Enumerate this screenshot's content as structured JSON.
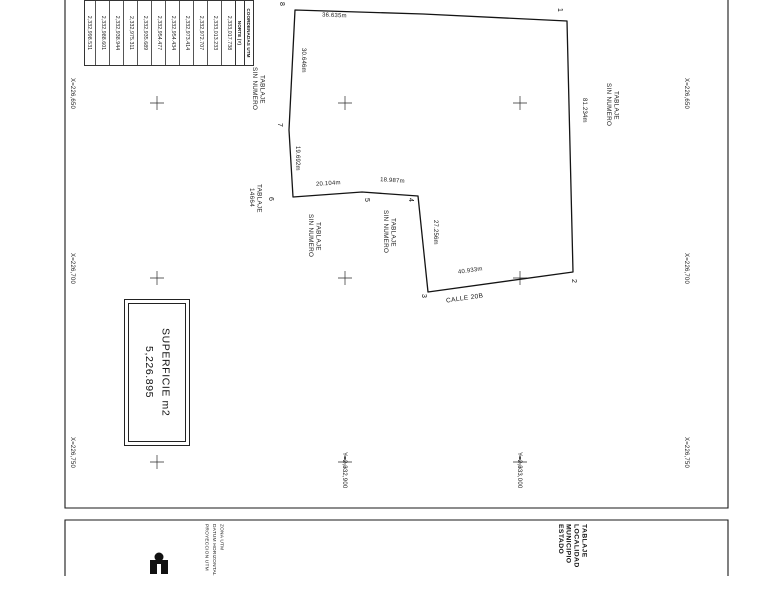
{
  "coordinate_table": {
    "title": "COORDENADAS UTM",
    "column": "NORTE (Y)",
    "rows": [
      "2,333,017.738",
      "2,333,013.233",
      "2,332,972.707",
      "2,332,973.414",
      "2,332,954.434",
      "2,332,954.477",
      "2,332,935.689",
      "2,332,975.311",
      "2,332,938.944",
      "2,332,988.601",
      "2,332,998.531"
    ]
  },
  "grid": {
    "x_labels": [
      "X=226,650",
      "X=226,700",
      "X=226,750"
    ],
    "y_labels": [
      "Y=2,332,900",
      "Y=2,333,000"
    ]
  },
  "parcel": {
    "vertices": [
      "1",
      "2",
      "3",
      "4",
      "5",
      "6",
      "7",
      "8"
    ],
    "distances": [
      "36.635m",
      "30.646m",
      "19.692m",
      "20.104m",
      "18.987m",
      "27.256m",
      "40.933m",
      "81.234m"
    ]
  },
  "areas": {
    "left": [
      "TABLAJE",
      "SIN NUMERO"
    ],
    "right": [
      "TABLAJE",
      "SIN NUMERO"
    ],
    "t14664": [
      "TABLAJE",
      "14664"
    ],
    "mid1": [
      "TABLAJE",
      "SIN NUMERO"
    ],
    "mid2": [
      "TABLAJE",
      "SIN NUMERO"
    ]
  },
  "street": {
    "name": "CALLE 20B"
  },
  "superficie": {
    "label": "SUPERFICIE  m2",
    "value": "5,226.895"
  },
  "title_block": {
    "projection": [
      "PROYECCION UTM",
      "DATUM HORIZONTAL",
      "ZONA UTM"
    ],
    "fields": [
      "ESTADO",
      "MUNICIPIO",
      "LOCALIDAD",
      "TABLAJE"
    ]
  }
}
